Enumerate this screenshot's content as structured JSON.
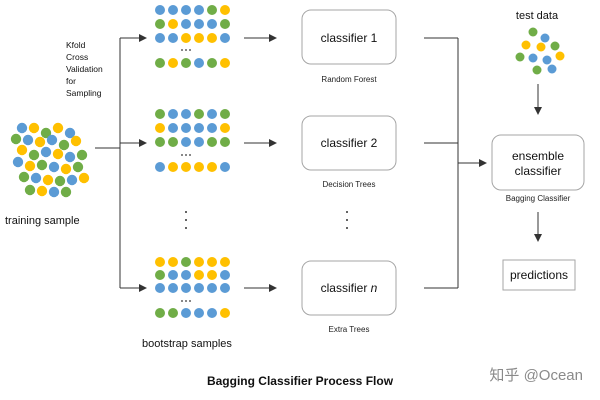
{
  "diagram": {
    "title": "Bagging Classifier Process Flow",
    "kfold_note": [
      "Kfold",
      "Cross",
      "Validation",
      "for",
      "Sampling"
    ],
    "training_label": "training sample",
    "bootstrap_label": "bootstrap  samples",
    "test_label": "test data",
    "classifiers": [
      {
        "name": "classifier 1",
        "algorithm": "Random Forest"
      },
      {
        "name": "classifier 2",
        "algorithm": "Decision Trees"
      },
      {
        "name_prefix": "classifier",
        "name_var": "n",
        "algorithm": "Extra Trees"
      }
    ],
    "ensemble_label": [
      "ensemble",
      "classifier"
    ],
    "ensemble_caption": "Bagging Classifier",
    "predictions_label": "predictions",
    "watermark": "知乎 @Ocean"
  },
  "colors": {
    "blue": "#5b9bd5",
    "green": "#70ad47",
    "yellow": "#ffc000",
    "box_border": "#a6a6a6",
    "arrow": "#333333"
  }
}
